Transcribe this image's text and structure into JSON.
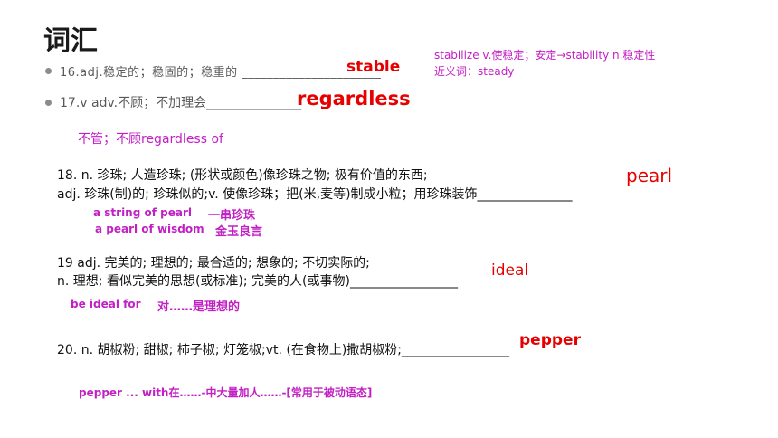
{
  "title": "词汇",
  "side_note": {
    "line1": "stabilize v.使稳定；安定→stability n.稳定性",
    "line2": "近义词：steady"
  },
  "items": {
    "item16": {
      "text": "16.adj.稳定的；稳固的；稳重的 ______________________",
      "answer": "stable"
    },
    "item17": {
      "text": "17.v adv.不顾；不加理会_______________",
      "answer": "regardless",
      "note": "不管；不顾regardless of"
    },
    "item18": {
      "line1": "18.  n.     珍珠; 人造珍珠; (形状或颜色)像珍珠之物; 极有价值的东西;",
      "line2": "adj.          珍珠(制)的; 珍珠似的;v.       使像珍珠；把(米,麦等)制成小粒；用珍珠装饰_______________",
      "answer": "pearl",
      "example1_en": "a string of pearl",
      "example1_cn": "一串珍珠",
      "example2_en": "a pearl of wisdom",
      "example2_cn": "金玉良言"
    },
    "item19": {
      "line1": "19  adj.  完美的; 理想的; 最合适的; 想象的; 不切实际的;",
      "line2": "n.            理想; 看似完美的思想(或标准); 完美的人(或事物)_________________",
      "answer": "ideal",
      "example_en": "be ideal for",
      "example_cn": "对……是理想的"
    },
    "item20": {
      "line1": "20.     n.  胡椒粉; 甜椒; 柿子椒; 灯笼椒;vt.       (在食物上)撒胡椒粉;_________________",
      "answer": "pepper",
      "example": "pepper ... with在……-中大量加人……-[常用于被动语态]"
    }
  }
}
